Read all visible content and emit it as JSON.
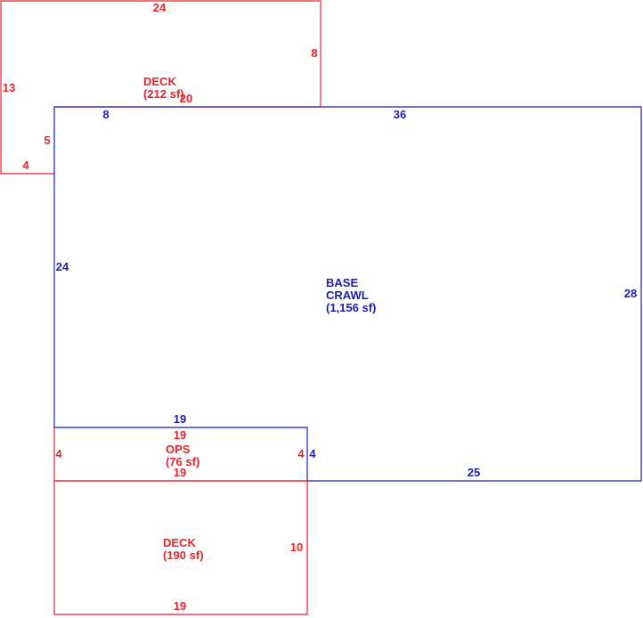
{
  "colors": {
    "red": "#e8232a",
    "blue": "#1c1cb8"
  },
  "areas": {
    "deck_top": {
      "name": "DECK",
      "size": "(212 sf)"
    },
    "base": {
      "name_line1": "BASE",
      "name_line2": "CRAWL",
      "size": "(1,156 sf)"
    },
    "ops": {
      "name": "OPS",
      "size": "(76 sf)"
    },
    "deck_bottom": {
      "name": "DECK",
      "size": "(190 sf)"
    }
  },
  "dimensions": {
    "deck_top_top": "24",
    "deck_top_right": "8",
    "deck_top_bottom_right": "20",
    "deck_top_left": "13",
    "deck_top_step_side": "5",
    "deck_top_step_bottom": "4",
    "base_top_left": "8",
    "base_top_right": "36",
    "base_left": "24",
    "base_right": "28",
    "base_bottom": "25",
    "base_step_top": "19",
    "base_step_side": "4",
    "ops_top": "19",
    "ops_left": "4",
    "ops_right": "4",
    "ops_bottom": "19",
    "deck_bottom_right": "10",
    "deck_bottom_bottom": "19"
  }
}
